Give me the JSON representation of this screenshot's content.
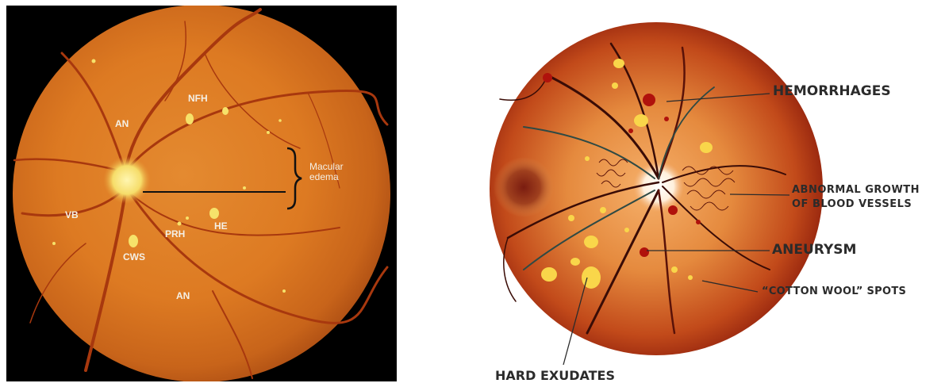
{
  "left_image": {
    "labels": {
      "nfh": "NFH",
      "an_top": "AN",
      "macular_edema_line1": "Macular",
      "macular_edema_line2": "edema",
      "vb": "VB",
      "he": "HE",
      "prh": "PRH",
      "cws": "CWS",
      "an_bottom": "AN"
    }
  },
  "right_image": {
    "labels": {
      "hemorrhages": "HEMORRHAGES",
      "abnormal_growth_line1": "ABNORMAL GROWTH",
      "abnormal_growth_line2": "OF BLOOD VESSELS",
      "aneurysm": "ANEURYSM",
      "cotton_wool": "“COTTON WOOL” SPOTS",
      "hard_exudates": "HARD EXUDATES"
    }
  }
}
